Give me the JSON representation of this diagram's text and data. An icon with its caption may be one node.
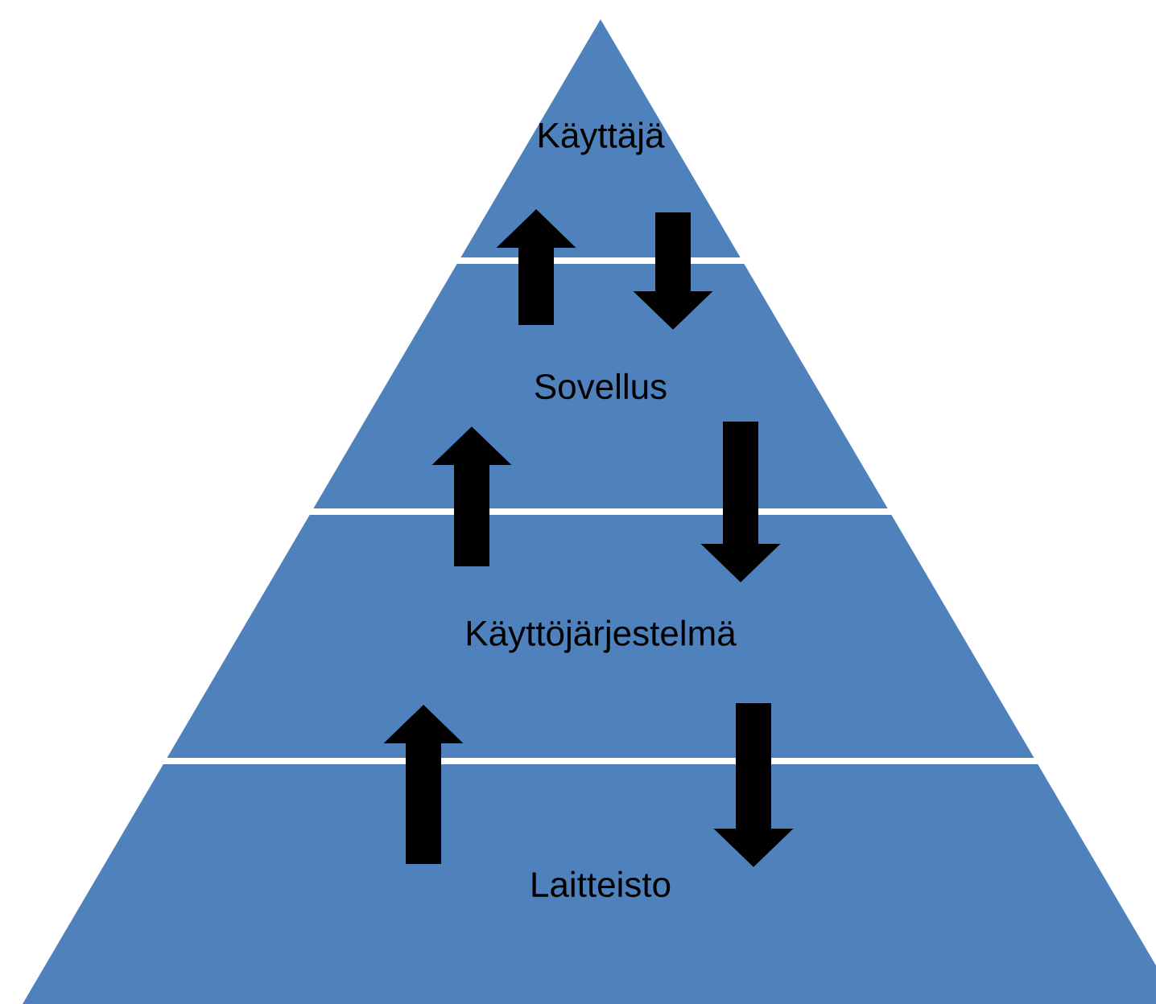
{
  "diagram": {
    "nodes": [
      {
        "text": [
          "Käyttäjä"
        ]
      },
      {
        "text": [
          "Sovellus"
        ]
      },
      {
        "text": [
          "Käyttöjärjestelmä"
        ]
      },
      {
        "text": [
          "Laitteisto"
        ]
      }
    ],
    "edges": [
      {
        "from": 1,
        "to": 0,
        "arrow": "to"
      },
      {
        "from": 0,
        "to": 1,
        "arrow": "to"
      },
      {
        "from": 2,
        "to": 1,
        "arrow": "to"
      },
      {
        "from": 1,
        "to": 2,
        "arrow": "to"
      },
      {
        "from": 3,
        "to": 2,
        "arrow": "to"
      },
      {
        "from": 2,
        "to": 3,
        "arrow": "to"
      }
    ]
  }
}
